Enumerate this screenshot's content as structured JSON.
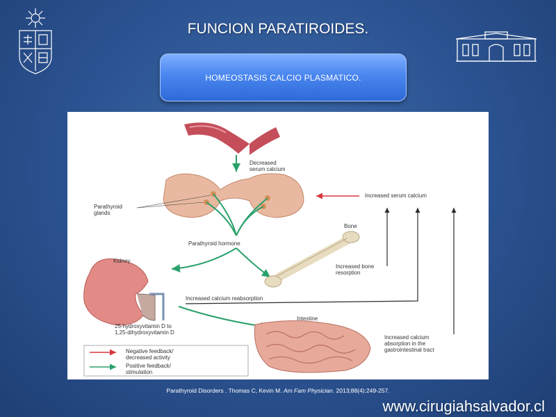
{
  "slide": {
    "title": "FUNCION PARATIROIDES.",
    "subtitle": "HOMEOSTASIS CALCIO PLASMATICO.",
    "website": "www.cirugiahsalvador.cl"
  },
  "citation": {
    "pre": "Parathyroid Disorders . Thomas C, Kevin M. ",
    "journal": "Am Fam Physician",
    "post": ". 2013;88(4):249-257."
  },
  "diagram": {
    "labels": {
      "decreased": "Decreased\nserum calcium",
      "increased_serum": "Increased serum calcium",
      "parathyroid_glands": "Parathyroid\nglands",
      "pth": "Parathyroid hormone",
      "bone": "Bone",
      "bone_resorption": "Increased bone\nresorption",
      "kidney": "Kidney",
      "reabsorption": "Increased calcium reabsorption",
      "vitd": "25-hydroxyvitamin D to\n1,25-dihydroxyvitamin D",
      "intestine": "Intestine",
      "gi_absorption": "Increased calcium\nabsorption in the\ngastrointestinal tract"
    },
    "legend": {
      "negative": "Negative feedback/\ndecreased activity",
      "positive": "Positive feedback/\nstimulation"
    },
    "colors": {
      "positive": "#2aa06a",
      "negative": "#d9363e",
      "arrow": "#2b2b2b"
    }
  },
  "icons": {
    "left_logo": "university-crest-icon",
    "right_logo": "hospital-building-icon"
  }
}
